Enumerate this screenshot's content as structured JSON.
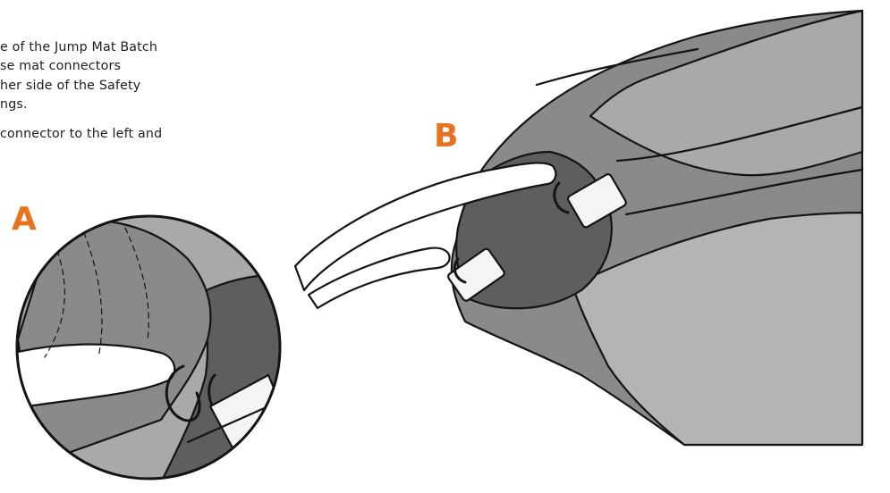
{
  "instructions": {
    "lines": [
      "e of the Jump Mat Batch",
      "se mat connectors",
      "her side of the Safety",
      "ngs.",
      "connector to the left and"
    ]
  },
  "labels": {
    "a": "A",
    "b": "B"
  },
  "colors": {
    "accent": "#e8731e",
    "text": "#1d1d1b",
    "outline": "#141414",
    "pad_light": "#a9a9a9",
    "pad_mid": "#8a8a8a",
    "pad_dark": "#6e6e6e",
    "mat_dark": "#5e5e5e",
    "mat_light": "#b4b4b4",
    "strap": "#ffffff",
    "clip_bg": "#f4f4f4"
  }
}
